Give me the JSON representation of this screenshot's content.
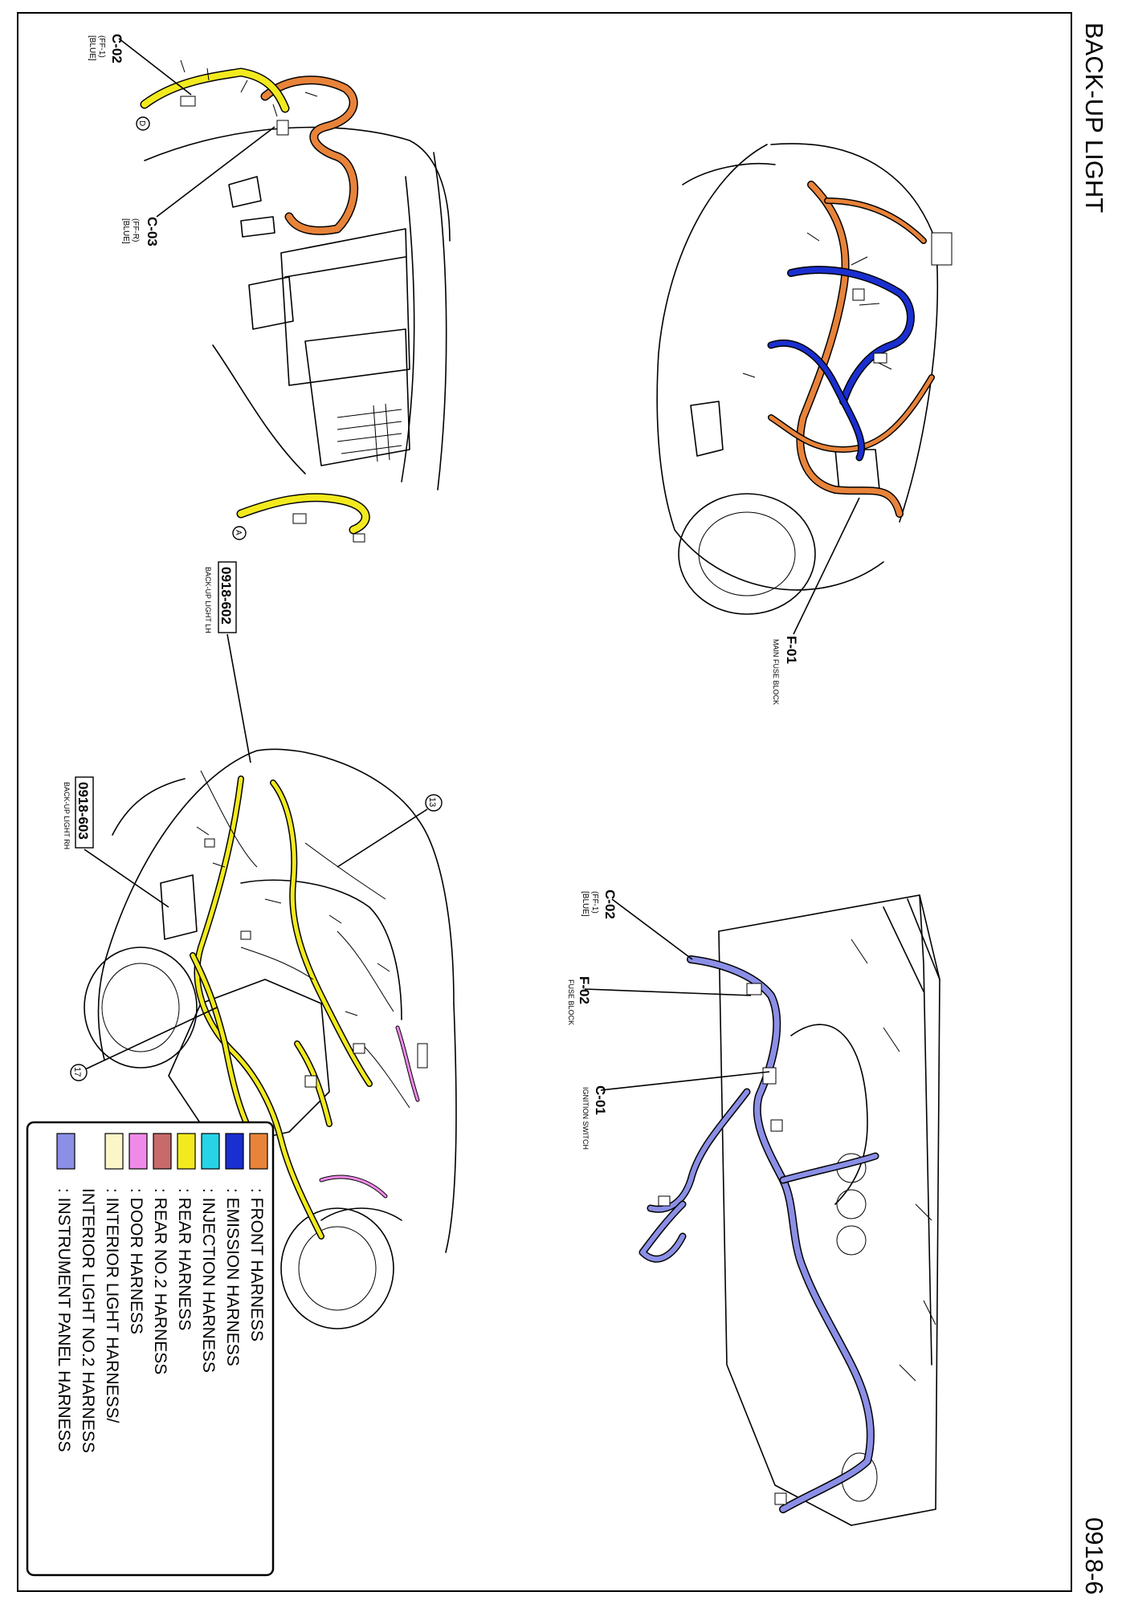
{
  "page": {
    "title": "BACK-UP LIGHT",
    "page_number": "0918-6"
  },
  "colors": {
    "front_harness": "#E8833A",
    "emission_harness": "#1A2FD0",
    "injection_harness": "#27D3E6",
    "rear_harness": "#F2EA1E",
    "rear_no2_harness": "#C86A6A",
    "door_harness": "#F08AE8",
    "interior_light_harness": "#FBF6C8",
    "instrument_panel_harness": "#8B8FE6"
  },
  "callouts": {
    "c02_top": {
      "code": "C-02",
      "sub1": "(FF-1)",
      "sub2": "[BLUE]"
    },
    "c03": {
      "code": "C-03",
      "sub1": "(FF-R)",
      "sub2": "[BLUE]"
    },
    "f01": {
      "code": "F-01",
      "desc": "MAIN FUSE BLOCK"
    },
    "c02_ip": {
      "code": "C-02",
      "sub1": "(FF-1)",
      "sub2": "[BLUE]"
    },
    "f02": {
      "code": "F-02",
      "desc": "FUSE BLOCK"
    },
    "c01": {
      "code": "C-01",
      "desc": "IGNITION SWITCH"
    },
    "lh": {
      "code": "0918-602",
      "desc": "BACK-UP LIGHT LH"
    },
    "rh": {
      "code": "0918-603",
      "desc": "BACK-UP LIGHT RH"
    },
    "ground13": "13",
    "ground17": "17",
    "markA": "A",
    "markD": "D"
  },
  "legend": {
    "items": [
      {
        "label": ": FRONT HARNESS",
        "color": "#E8833A"
      },
      {
        "label": ": EMISSION HARNESS",
        "color": "#1A2FD0"
      },
      {
        "label": ": INJECTION HARNESS",
        "color": "#27D3E6"
      },
      {
        "label": ": REAR HARNESS",
        "color": "#F2EA1E"
      },
      {
        "label": ": REAR NO.2 HARNESS",
        "color": "#C86A6A"
      },
      {
        "label": ": DOOR HARNESS",
        "color": "#F08AE8"
      },
      {
        "label": ": INTERIOR LIGHT HARNESS/",
        "color": "#FBF6C8"
      },
      {
        "label": "INTERIOR LIGHT NO.2 HARNESS",
        "color": ""
      },
      {
        "label": ": INSTRUMENT PANEL HARNESS",
        "color": "#8B8FE6"
      }
    ]
  }
}
